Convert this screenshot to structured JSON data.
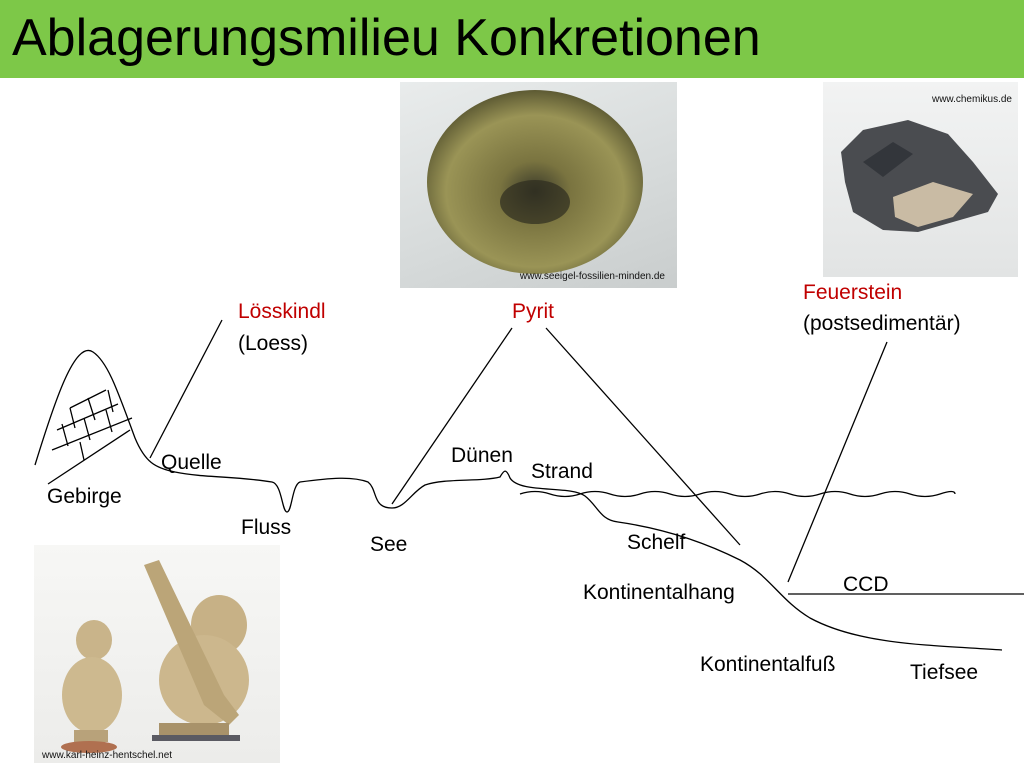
{
  "title": "Ablagerungsmilieu Konkretionen",
  "photos": {
    "pyrite": {
      "credit": "www.seeigel-fossilien-minden.de"
    },
    "flint": {
      "credit": "www.chemikus.de"
    },
    "loess": {
      "credit": "www.karl-heinz-hentschel.net"
    }
  },
  "concretions": {
    "loess_name": "Lösskindl",
    "loess_sub": "(Loess)",
    "pyrite_name": "Pyrit",
    "flint_name": "Feuerstein",
    "flint_sub": "(postsedimentär)"
  },
  "environments": {
    "gebirge": "Gebirge",
    "quelle": "Quelle",
    "fluss": "Fluss",
    "see": "See",
    "duenen": "Dünen",
    "strand": "Strand",
    "schelf": "Schelf",
    "kontinentalhang": "Kontinentalhang",
    "ccd": "CCD",
    "kontinentalfuss": "Kontinentalfuß",
    "tiefsee": "Tiefsee"
  },
  "colors": {
    "title_bar": "#7dc848",
    "concretion_label": "#c00000"
  }
}
